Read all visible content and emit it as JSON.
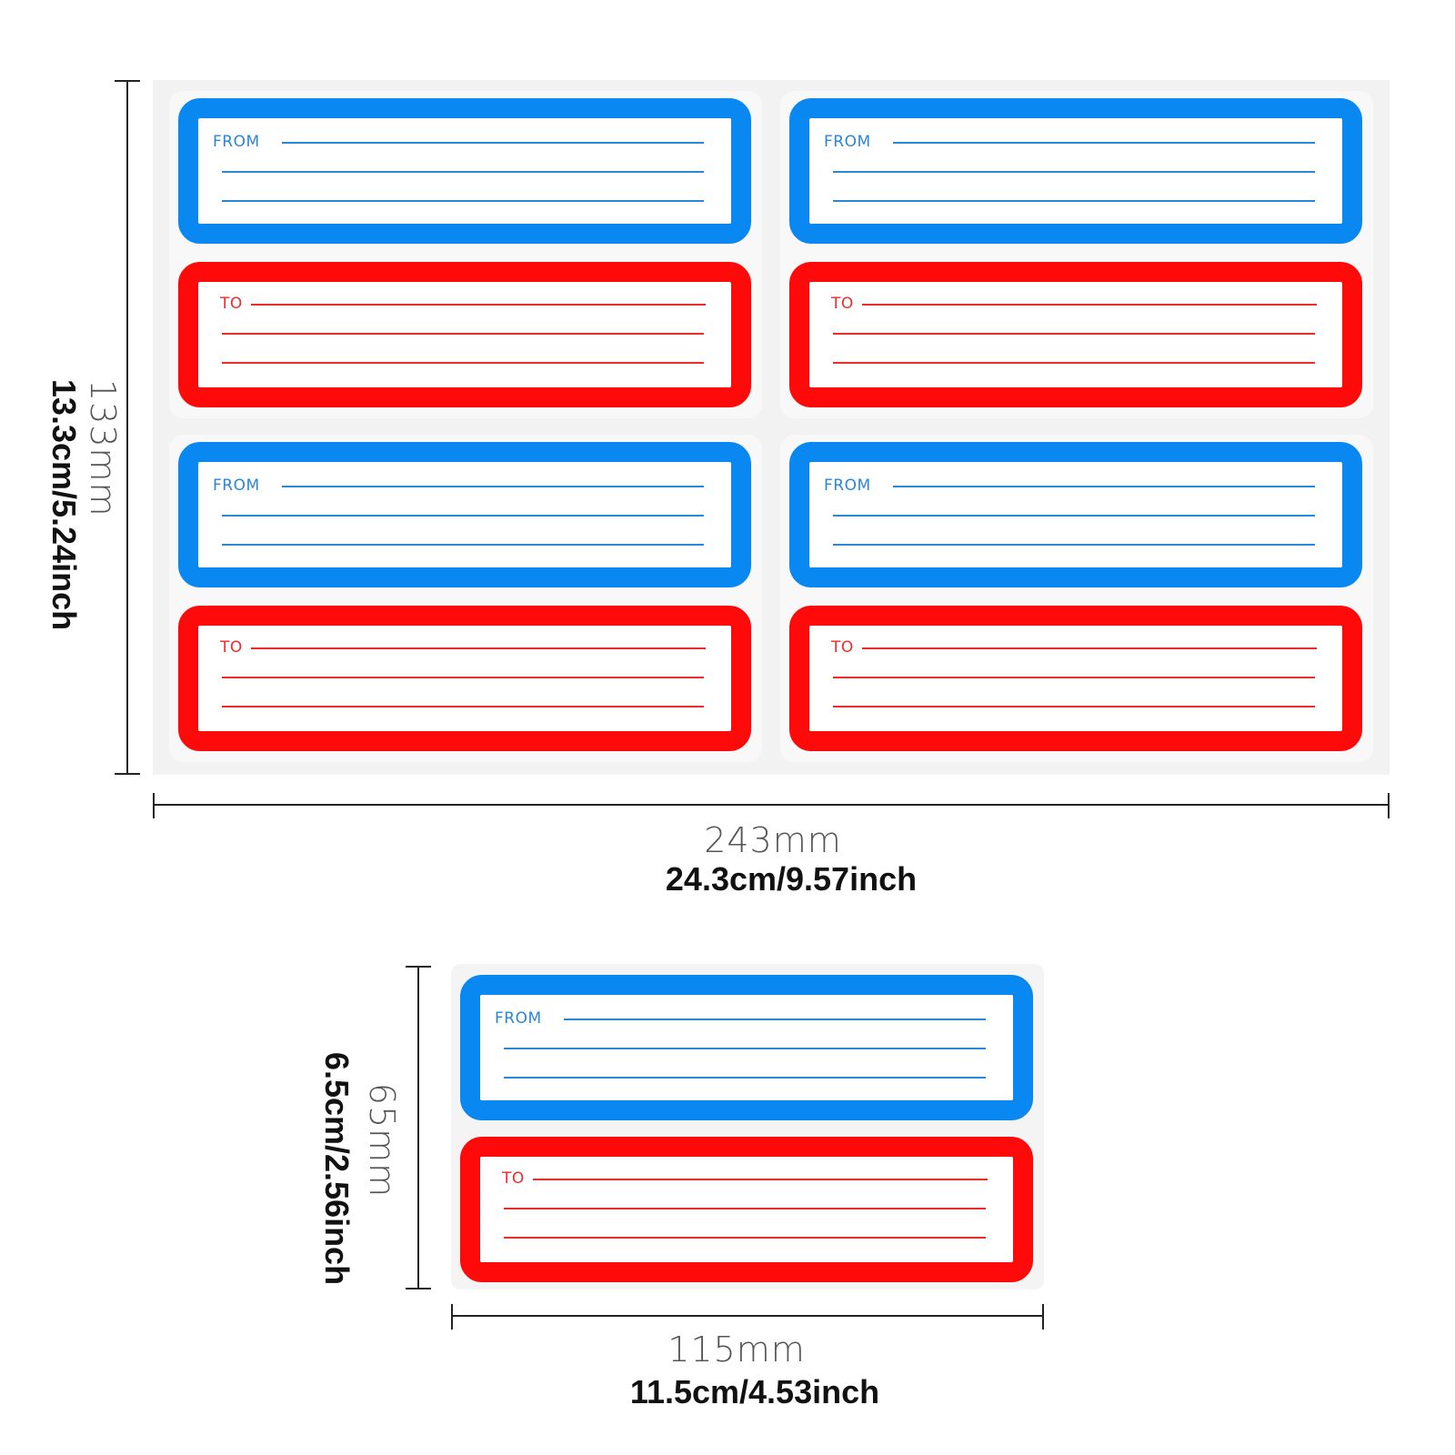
{
  "labels": {
    "from": "FROM",
    "to": "TO"
  },
  "sheet_dims": {
    "height_mm": "133mm",
    "height_imperial": "13.3cm/5.24inch",
    "width_mm": "243mm",
    "width_imperial": "24.3cm/9.57inch"
  },
  "single_dims": {
    "height_mm": "65mm",
    "height_imperial": "6.5cm/2.56inch",
    "width_mm": "115mm",
    "width_imperial": "11.5cm/4.53inch"
  },
  "colors": {
    "from_border": "#0a88f2",
    "to_border": "#ff0a0a",
    "sheet_bg": "#f2f2f2"
  }
}
